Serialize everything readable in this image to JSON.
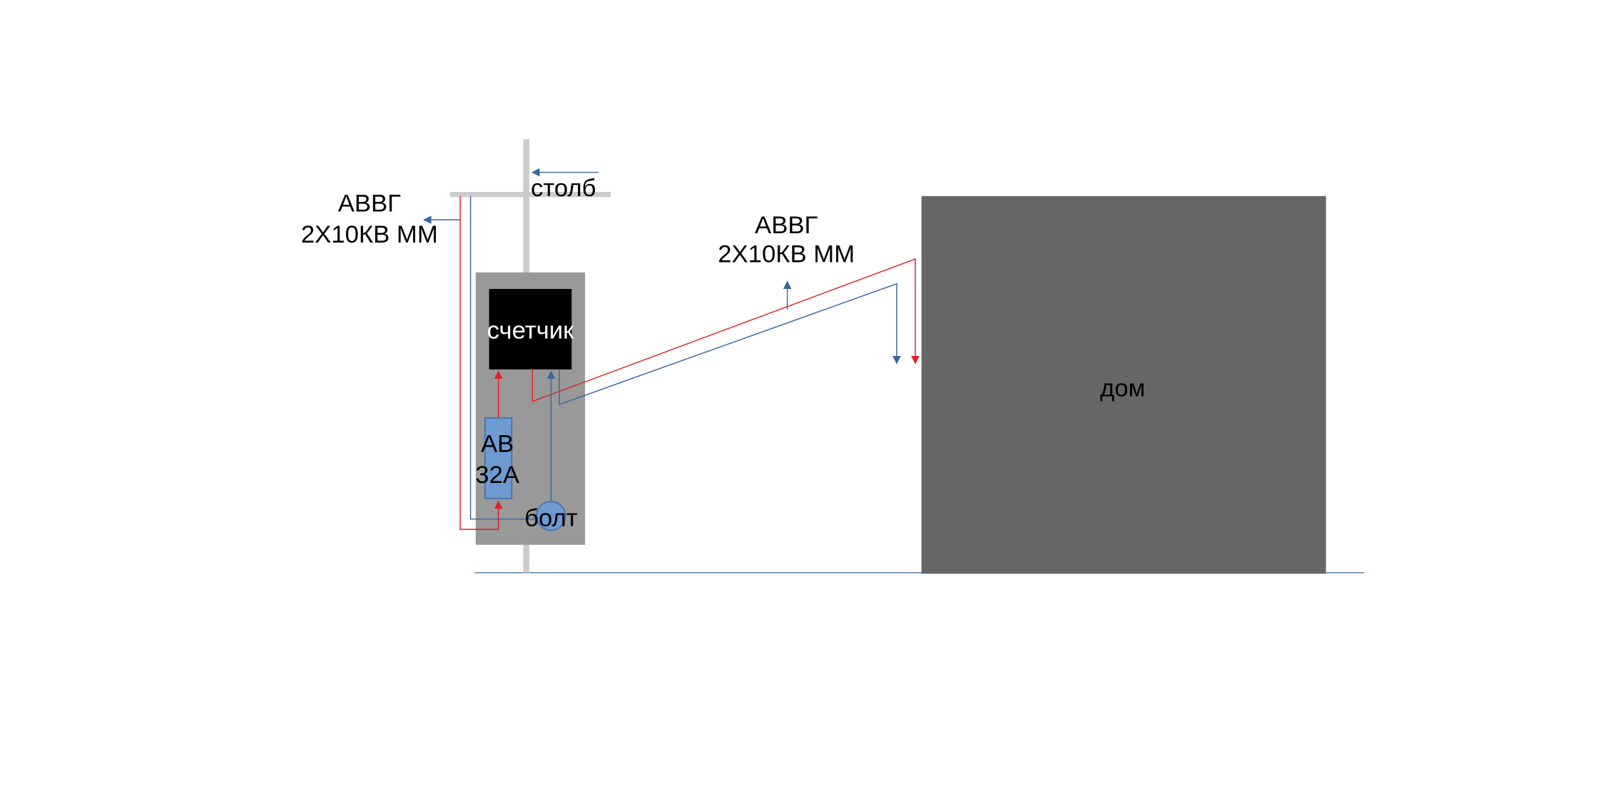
{
  "labels": {
    "pole": "столб",
    "meter": "счетчик",
    "breaker_line1": "АВ",
    "breaker_line2": "32А",
    "bolt": "болт",
    "house": "дом",
    "cable_left_line1": "АВВГ",
    "cable_left_line2": "2Х10КВ ММ",
    "cable_right_line1": "АВВГ",
    "cable_right_line2": "2Х10КВ ММ"
  },
  "colors": {
    "phase_wire": "#e02020",
    "neutral_wire": "#3a66a0",
    "pole": "#cccccc",
    "box": "#999999",
    "house": "#666666"
  }
}
